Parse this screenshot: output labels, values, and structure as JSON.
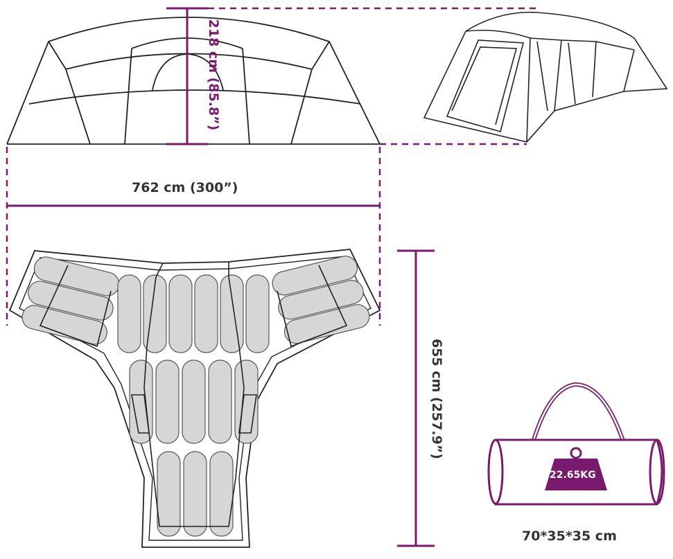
{
  "dimensions": {
    "height": "218 cm (85.8”)",
    "width": "762 cm (300”)",
    "depth": "655 cm (257.9”)"
  },
  "bag": {
    "weight": "22.65KG",
    "size": "70*35*35 cm"
  },
  "colors": {
    "accent": "#7a1a6e",
    "line": "#222222",
    "bag_fill": "#ffffff",
    "sleeping_bag": "#d6d6d6"
  }
}
